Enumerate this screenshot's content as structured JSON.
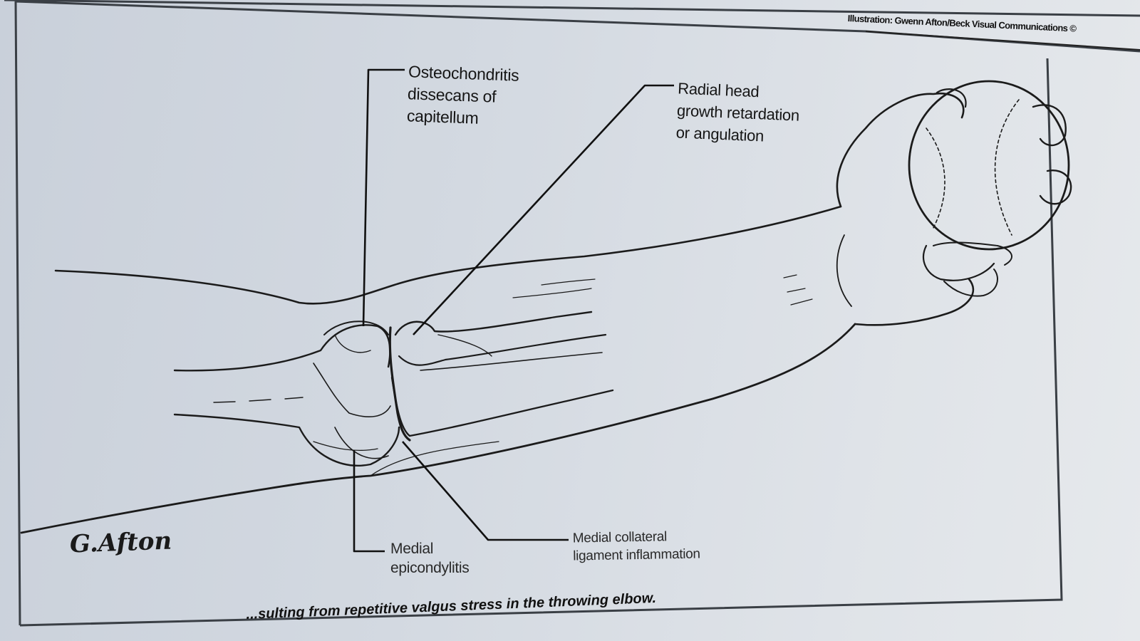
{
  "credit": "Illustration: Gwenn Afton/Beck Visual Communications ©",
  "labels": {
    "ocd": [
      "Osteochondritis",
      "dissecans of",
      "capitellum"
    ],
    "radial": [
      "Radial head",
      "growth retardation",
      "or angulation"
    ],
    "medial_epi": [
      "Medial",
      "epicondylitis"
    ],
    "mcl": [
      "Medial collateral",
      "ligament inflammation"
    ]
  },
  "signature": "G.Afton",
  "caption": "...sulting from repetitive valgus stress in the throwing elbow."
}
